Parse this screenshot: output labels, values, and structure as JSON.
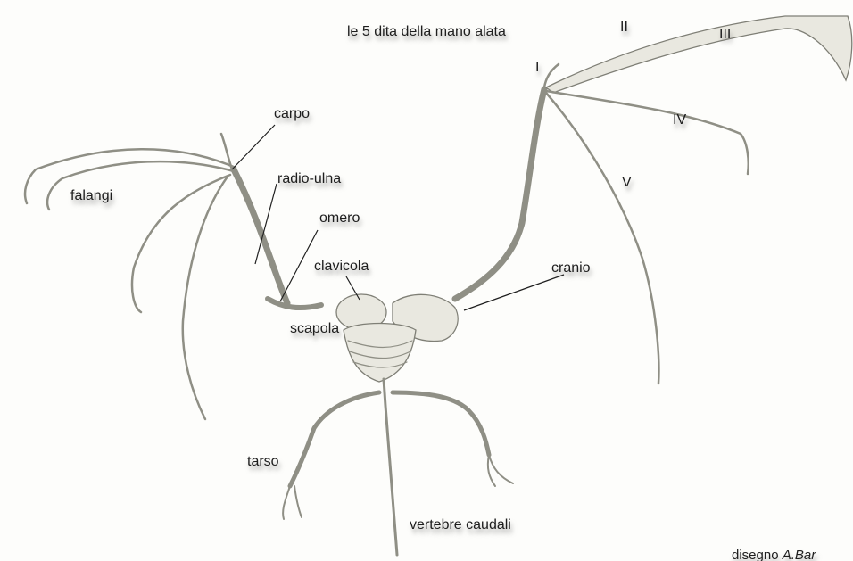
{
  "labels": {
    "dita": "le 5 dita della mano alata",
    "d1": "I",
    "d2": "II",
    "d3": "III",
    "d4": "IV",
    "d5": "V",
    "carpo": "carpo",
    "falangi": "falangi",
    "radio_ulna": "radio-ulna",
    "omero": "omero",
    "clavicola": "clavicola",
    "cranio": "cranio",
    "scapola": "scapola",
    "tarso": "tarso",
    "vertebre_caudali": "vertebre caudali"
  },
  "credit": {
    "prefix": "disegno ",
    "author": "A.Bar"
  }
}
